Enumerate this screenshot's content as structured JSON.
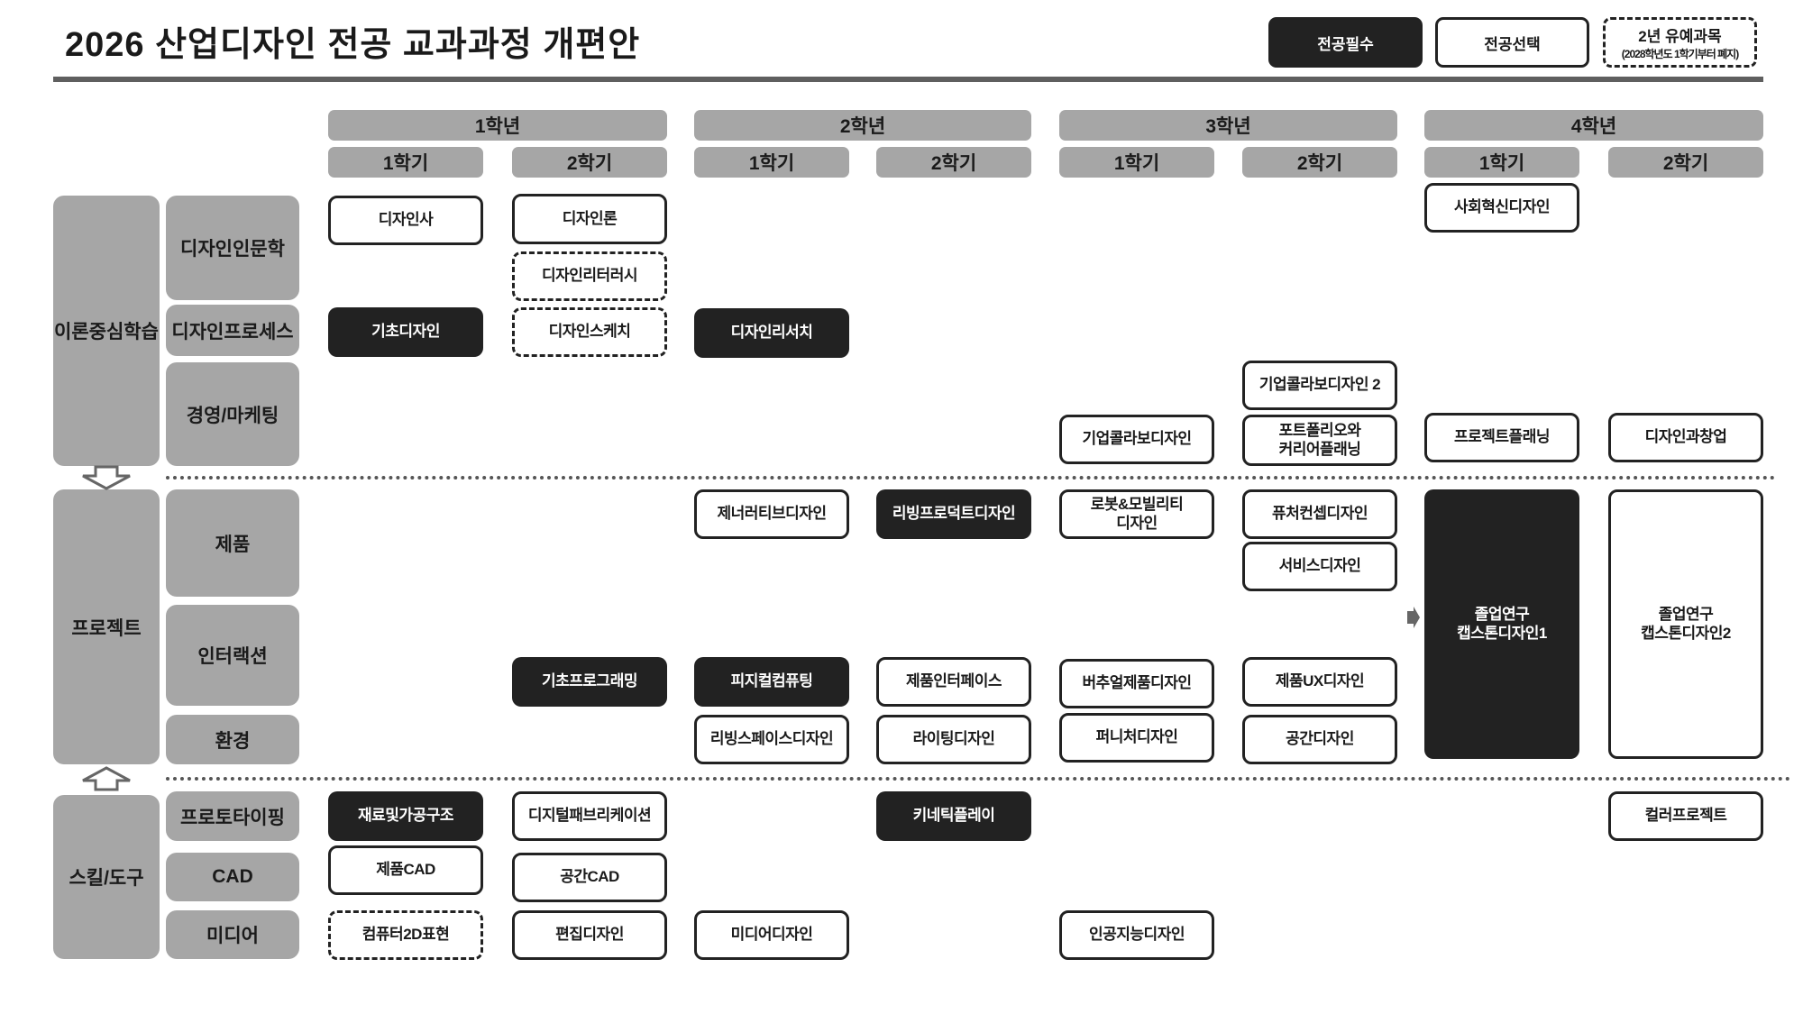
{
  "title": "2026 산업디자인 전공 교과과정 개편안",
  "legend": {
    "required": "전공필수",
    "elective": "전공선택",
    "deferred": "2년 유예과목",
    "deferred_note": "(2028학년도 1학기부터 폐지)"
  },
  "colors": {
    "required": "#222222",
    "category": "#a6a6a6",
    "rule": "#5f5f5f"
  },
  "years": [
    "1학년",
    "2학년",
    "3학년",
    "4학년"
  ],
  "semesters": [
    "1학기",
    "2학기",
    "1학기",
    "2학기",
    "1학기",
    "2학기",
    "1학기",
    "2학기"
  ],
  "categories": [
    {
      "label": "이론중심학습",
      "subs": [
        "디자인인문학",
        "디자인프로세스",
        "경영/마케팅"
      ]
    },
    {
      "label": "프로젝트",
      "subs": [
        "제품",
        "인터랙션",
        "환경"
      ]
    },
    {
      "label": "스킬/도구",
      "subs": [
        "프로토타이핑",
        "CAD",
        "미디어"
      ]
    }
  ],
  "courses": [
    {
      "name": "디자인사",
      "type": "elective"
    },
    {
      "name": "디자인론",
      "type": "elective"
    },
    {
      "name": "디자인리터러시",
      "type": "deferred"
    },
    {
      "name": "기초디자인",
      "type": "required"
    },
    {
      "name": "디자인스케치",
      "type": "deferred"
    },
    {
      "name": "디자인리서치",
      "type": "required"
    },
    {
      "name": "기업콜라보디자인 2",
      "type": "elective"
    },
    {
      "name": "기업콜라보디자인",
      "type": "elective"
    },
    {
      "name": "포트폴리오와\n커리어플래닝",
      "type": "elective"
    },
    {
      "name": "프로젝트플래닝",
      "type": "elective"
    },
    {
      "name": "디자인과창업",
      "type": "elective"
    },
    {
      "name": "사회혁신디자인",
      "type": "elective"
    },
    {
      "name": "제너러티브디자인",
      "type": "elective"
    },
    {
      "name": "리빙프로덕트디자인",
      "type": "required"
    },
    {
      "name": "로봇&모빌리티\n디자인",
      "type": "elective"
    },
    {
      "name": "퓨처컨셉디자인",
      "type": "elective"
    },
    {
      "name": "서비스디자인",
      "type": "elective"
    },
    {
      "name": "졸업연구\n캡스톤디자인1",
      "type": "required"
    },
    {
      "name": "졸업연구\n캡스톤디자인2",
      "type": "elective"
    },
    {
      "name": "기초프로그래밍",
      "type": "required"
    },
    {
      "name": "피지컬컴퓨팅",
      "type": "required"
    },
    {
      "name": "제품인터페이스",
      "type": "elective"
    },
    {
      "name": "버추얼제품디자인",
      "type": "elective"
    },
    {
      "name": "제품UX디자인",
      "type": "elective"
    },
    {
      "name": "리빙스페이스디자인",
      "type": "elective"
    },
    {
      "name": "라이팅디자인",
      "type": "elective"
    },
    {
      "name": "퍼니처디자인",
      "type": "elective"
    },
    {
      "name": "공간디자인",
      "type": "elective"
    },
    {
      "name": "재료및가공구조",
      "type": "required"
    },
    {
      "name": "디지털패브리케이션",
      "type": "elective"
    },
    {
      "name": "키네틱플레이",
      "type": "required"
    },
    {
      "name": "컬러프로젝트",
      "type": "elective"
    },
    {
      "name": "제품CAD",
      "type": "elective"
    },
    {
      "name": "공간CAD",
      "type": "elective"
    },
    {
      "name": "컴퓨터2D표현",
      "type": "deferred"
    },
    {
      "name": "편집디자인",
      "type": "elective"
    },
    {
      "name": "미디어디자인",
      "type": "elective"
    },
    {
      "name": "인공지능디자인",
      "type": "elective"
    }
  ]
}
